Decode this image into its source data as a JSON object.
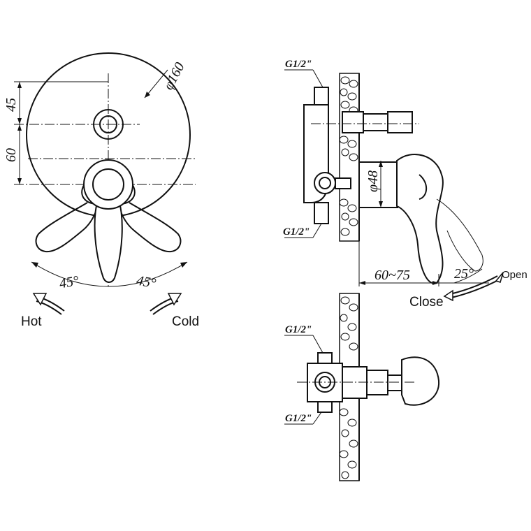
{
  "front_view": {
    "diameter_label": "φ160",
    "dim_top": "45",
    "dim_bottom": "60",
    "angle_left": "45°",
    "angle_right": "45°",
    "hot_label": "Hot",
    "cold_label": "Cold"
  },
  "side_view": {
    "pipe_top_label": "G1/2\"",
    "pipe_bottom_label": "G1/2\"",
    "diameter_label": "φ48",
    "depth_label": "60~75",
    "angle_label": "25°",
    "open_label": "Open",
    "close_label": "Close"
  },
  "bottom_view": {
    "pipe_top_label": "G1/2\"",
    "pipe_bottom_label": "G1/2\""
  }
}
